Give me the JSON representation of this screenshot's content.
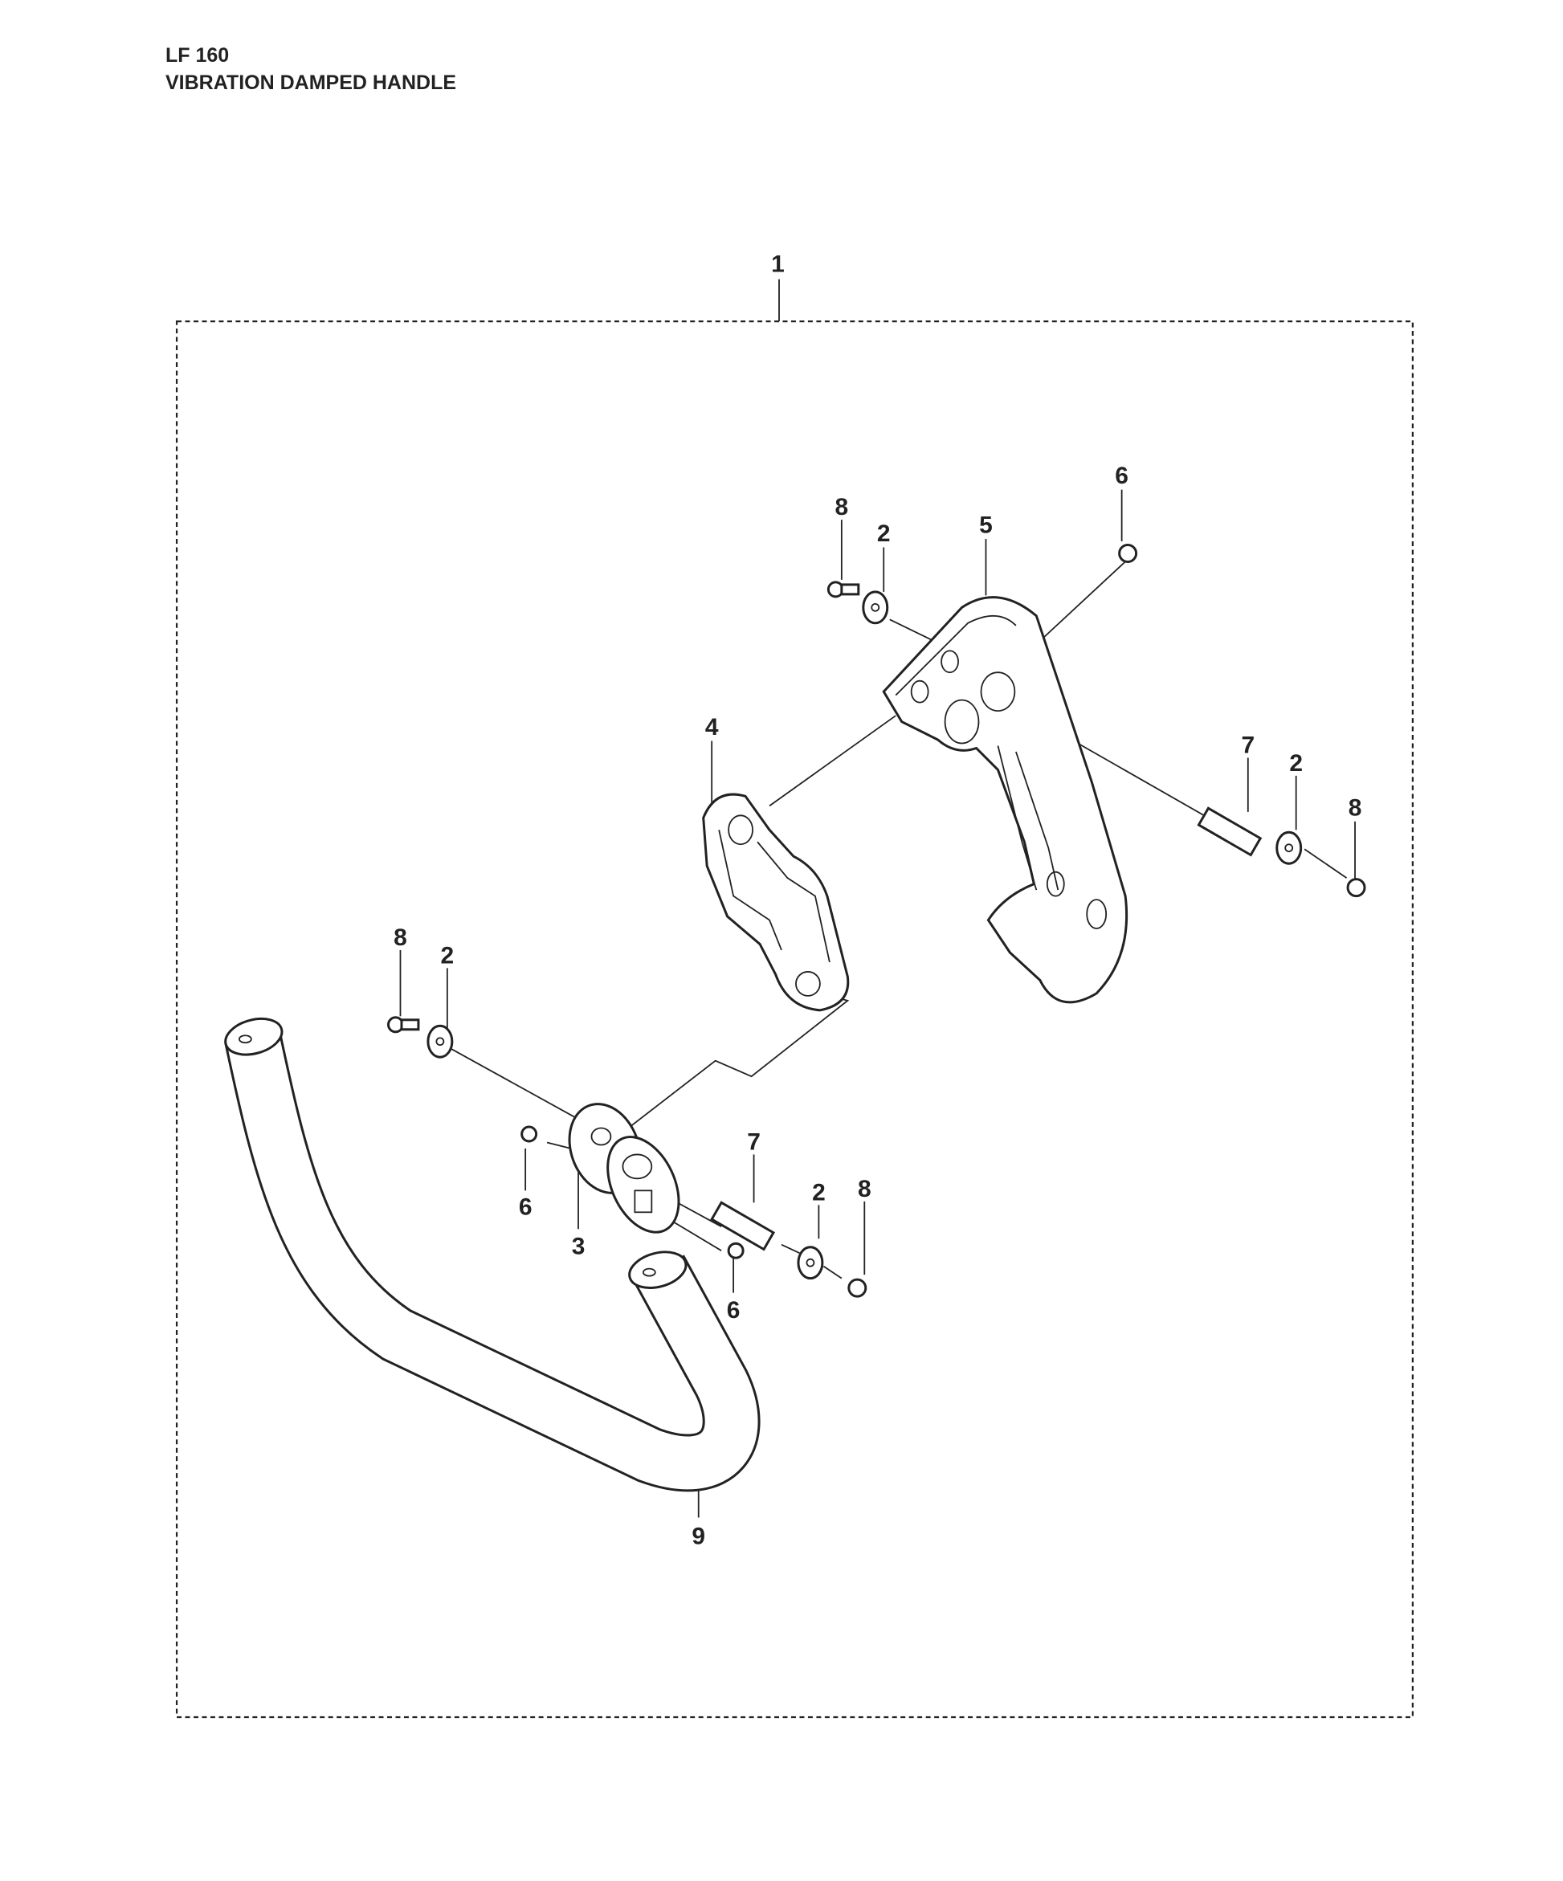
{
  "header": {
    "model": "LF 160",
    "title": "VIBRATION DAMPED HANDLE"
  },
  "callouts": {
    "assembly": "1",
    "top_screw_left": "8",
    "top_washer_left": "2",
    "handle": "5",
    "top_screw_right": "6",
    "bracket": "4",
    "spacer_right": "7",
    "washer_right": "2",
    "screw_right": "8",
    "screw_left": "8",
    "washer_left": "2",
    "spacer_lower": "7",
    "screw_lower_left": "6",
    "damper": "3",
    "washer_lower": "2",
    "screw_lower": "8",
    "screw_bottom": "6",
    "tube_handle": "9"
  }
}
